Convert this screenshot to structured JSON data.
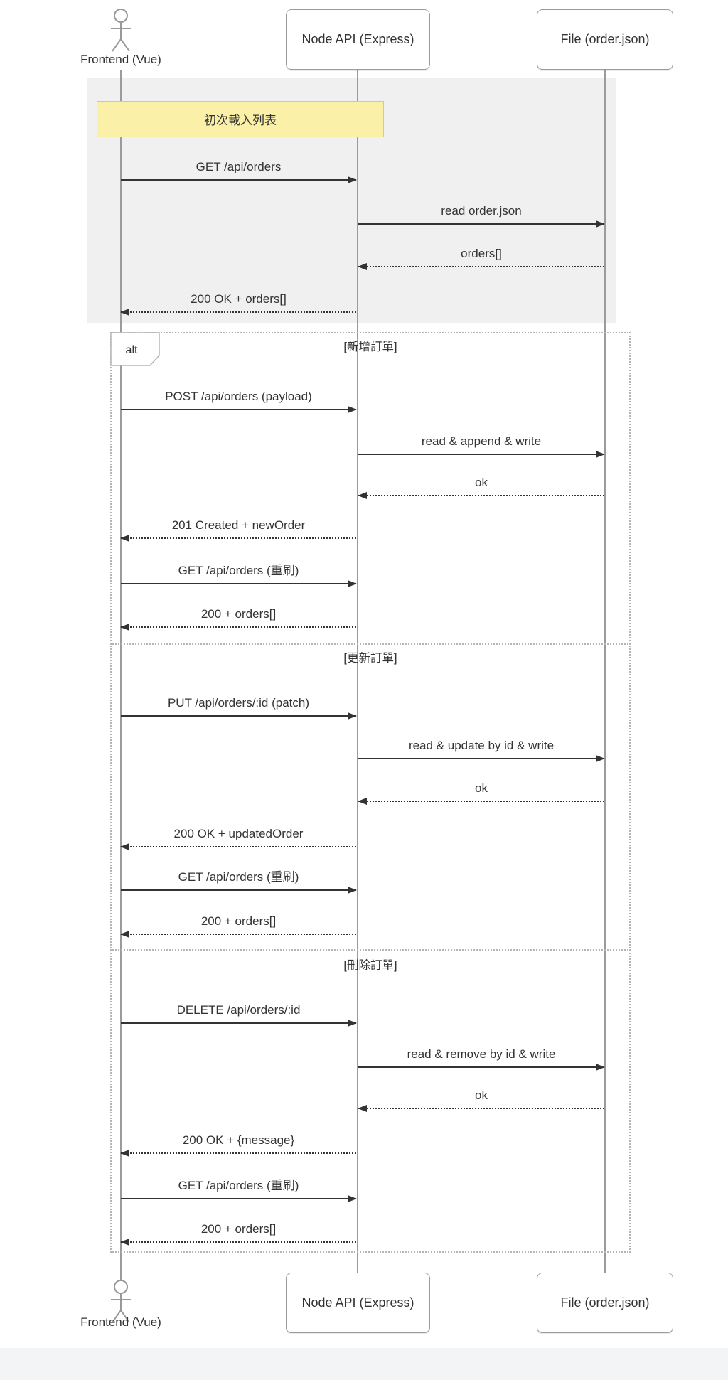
{
  "participants": [
    {
      "id": "frontend",
      "type": "actor",
      "label": "Frontend (Vue)"
    },
    {
      "id": "api",
      "type": "participant",
      "label": "Node API (Express)"
    },
    {
      "id": "file",
      "type": "participant",
      "label": "File (order.json)"
    }
  ],
  "note": {
    "over": [
      "frontend",
      "api"
    ],
    "text": "初次載入列表"
  },
  "alt_block": {
    "operator": "alt",
    "branch_labels": [
      "[新增訂單]",
      "[更新訂單]",
      "[刪除訂單]"
    ]
  },
  "messages": [
    {
      "from": "frontend",
      "to": "api",
      "style": "solid",
      "text": "GET /api/orders"
    },
    {
      "from": "api",
      "to": "file",
      "style": "solid",
      "text": "read order.json"
    },
    {
      "from": "file",
      "to": "api",
      "style": "dashed",
      "text": "orders[]"
    },
    {
      "from": "api",
      "to": "frontend",
      "style": "dashed",
      "text": "200 OK + orders[]"
    },
    {
      "from": "frontend",
      "to": "api",
      "style": "solid",
      "text": "POST /api/orders (payload)"
    },
    {
      "from": "api",
      "to": "file",
      "style": "solid",
      "text": "read & append & write"
    },
    {
      "from": "file",
      "to": "api",
      "style": "dashed",
      "text": "ok"
    },
    {
      "from": "api",
      "to": "frontend",
      "style": "dashed",
      "text": "201 Created + newOrder"
    },
    {
      "from": "frontend",
      "to": "api",
      "style": "solid",
      "text": "GET /api/orders (重刷)"
    },
    {
      "from": "api",
      "to": "frontend",
      "style": "dashed",
      "text": "200 + orders[]"
    },
    {
      "from": "frontend",
      "to": "api",
      "style": "solid",
      "text": "PUT /api/orders/:id (patch)"
    },
    {
      "from": "api",
      "to": "file",
      "style": "solid",
      "text": "read & update by id & write"
    },
    {
      "from": "file",
      "to": "api",
      "style": "dashed",
      "text": "ok"
    },
    {
      "from": "api",
      "to": "frontend",
      "style": "dashed",
      "text": "200 OK + updatedOrder"
    },
    {
      "from": "frontend",
      "to": "api",
      "style": "solid",
      "text": "GET /api/orders (重刷)"
    },
    {
      "from": "api",
      "to": "frontend",
      "style": "dashed",
      "text": "200 + orders[]"
    },
    {
      "from": "frontend",
      "to": "api",
      "style": "solid",
      "text": "DELETE /api/orders/:id"
    },
    {
      "from": "api",
      "to": "file",
      "style": "solid",
      "text": "read & remove by id & write"
    },
    {
      "from": "file",
      "to": "api",
      "style": "dashed",
      "text": "ok"
    },
    {
      "from": "api",
      "to": "frontend",
      "style": "dashed",
      "text": "200 OK + {message}"
    },
    {
      "from": "frontend",
      "to": "api",
      "style": "solid",
      "text": "GET /api/orders (重刷)"
    },
    {
      "from": "api",
      "to": "frontend",
      "style": "dashed",
      "text": "200 + orders[]"
    }
  ],
  "colors": {
    "note_fill": "#faf0a8",
    "note_border": "#d8cc78",
    "highlight_fill": "#f0f0f0",
    "lifeline": "#9b9b9b",
    "frame_border": "#b5b5b5",
    "message_ink": "#333333"
  }
}
